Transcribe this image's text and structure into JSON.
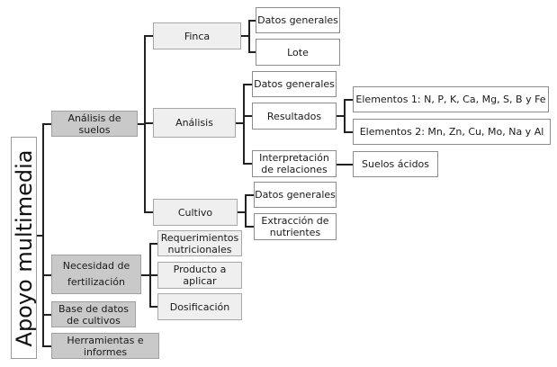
{
  "root": {
    "label": "Apoyo multimedia"
  },
  "level1": [
    {
      "label": "Análisis de suelos"
    },
    {
      "label": "Necesidad de fertilización"
    },
    {
      "label": "Base de datos de cultivos"
    },
    {
      "label": "Herramientas e informes"
    }
  ],
  "suelos": {
    "finca": {
      "label": "Finca",
      "children": [
        "Datos generales",
        "Lote"
      ]
    },
    "analisis": {
      "label": "Análisis",
      "children": [
        "Datos generales",
        "Resultados",
        "Interpretación de relaciones"
      ],
      "resultados": [
        "Elementos 1: N, P, K, Ca, Mg, S, B y Fe",
        "Elementos 2: Mn, Zn, Cu, Mo, Na y Al"
      ],
      "interpretacion": [
        "Suelos ácidos"
      ]
    },
    "cultivo": {
      "label": "Cultivo",
      "children": [
        "Datos generales",
        "Extracción de nutrientes"
      ]
    }
  },
  "fertilizacion": {
    "children": [
      "Requerimientos nutricionales",
      "Producto a aplicar",
      "Dosificación"
    ]
  },
  "colors": {
    "dark_box": "#c9c9c9",
    "light_box": "#efefef",
    "line": "#222222"
  }
}
